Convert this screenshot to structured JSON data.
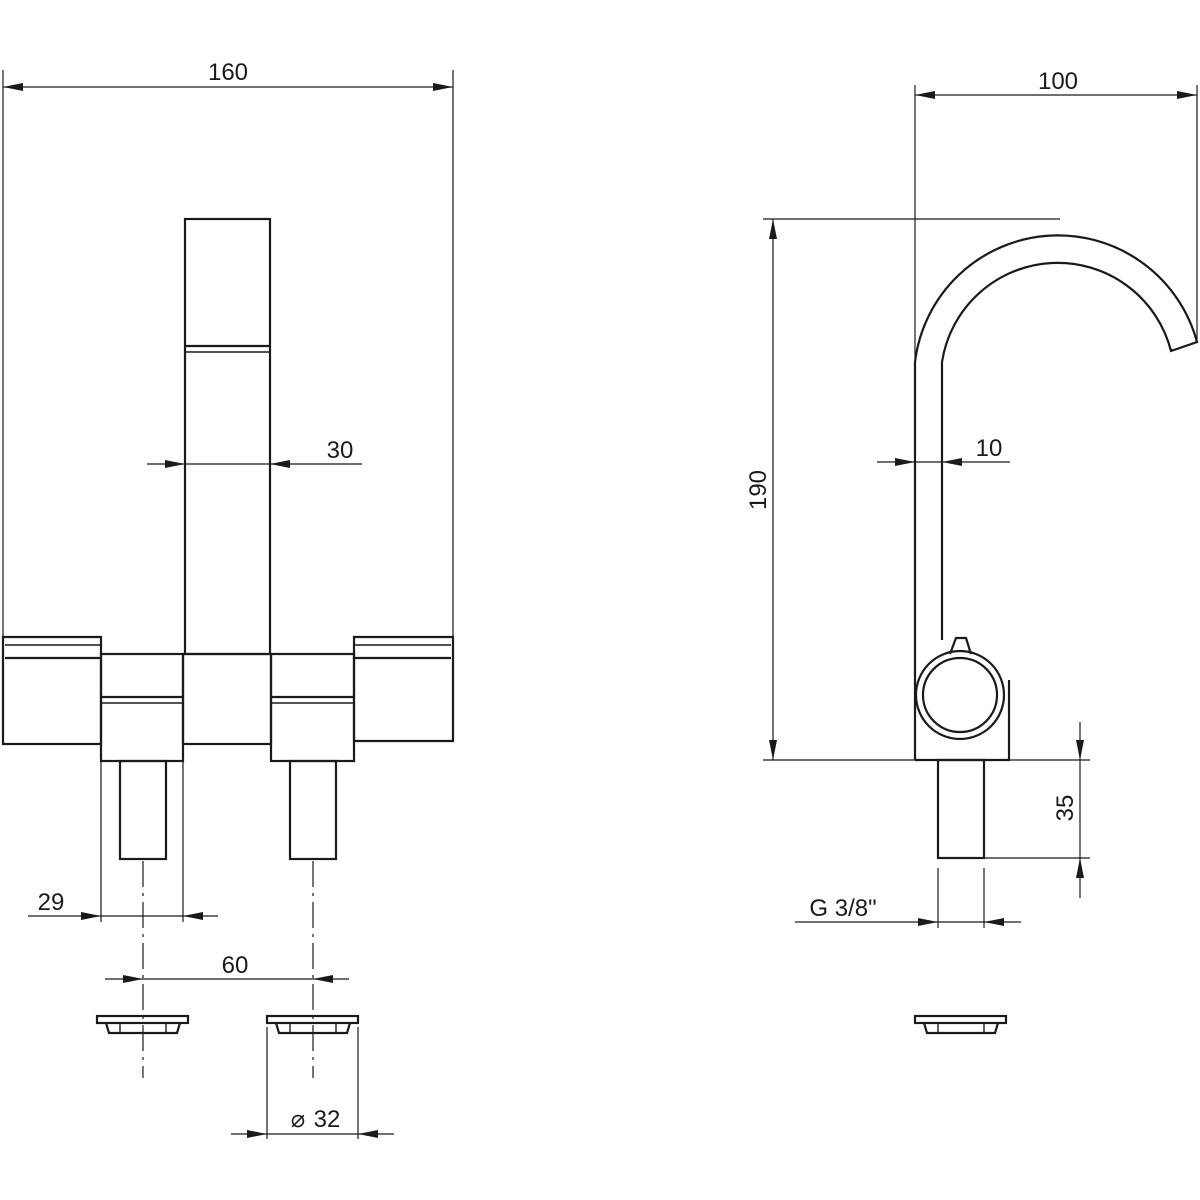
{
  "drawing": {
    "front_view": {
      "overall_width": "160",
      "spout_width": "30",
      "handle_width": "29",
      "center_distance": "60",
      "hole_diameter_symbol": "⌀",
      "hole_diameter": "32"
    },
    "side_view": {
      "spout_reach": "100",
      "overall_height": "190",
      "spout_tube": "10",
      "shank_length": "35",
      "thread": "G 3/8\""
    }
  }
}
